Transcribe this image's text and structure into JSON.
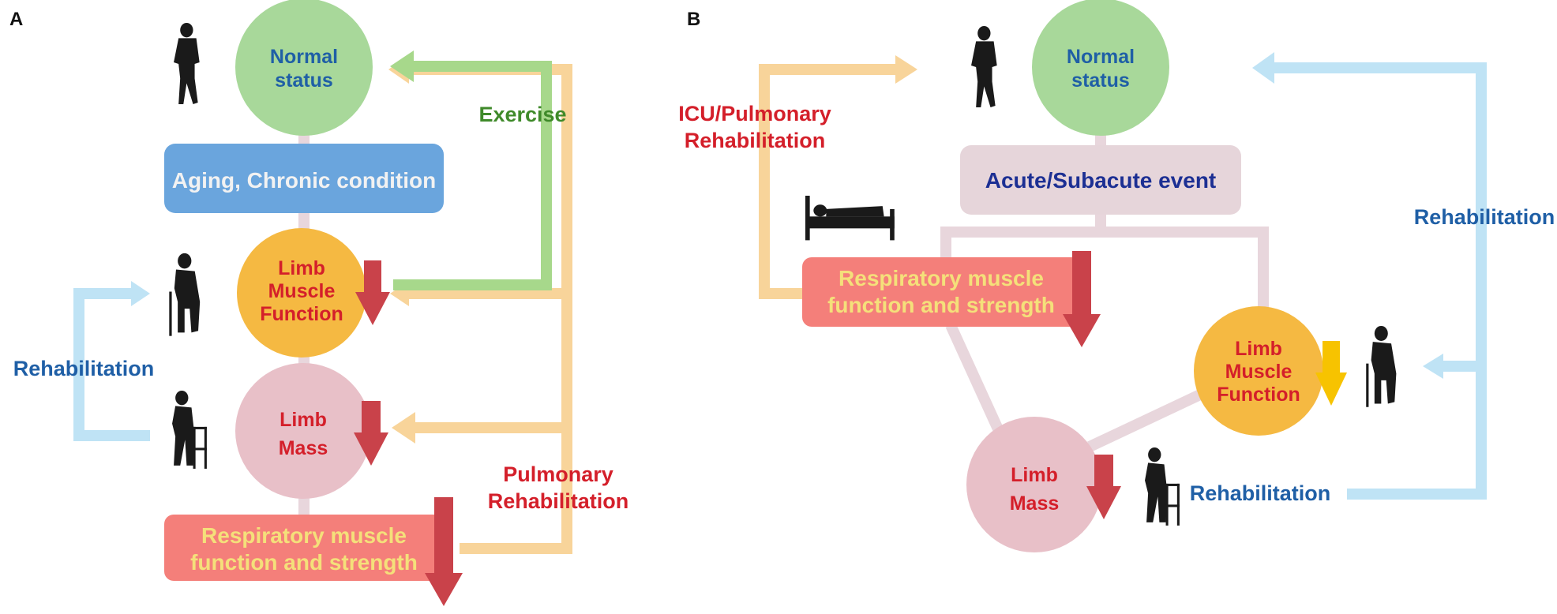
{
  "panel_a": {
    "label": "A",
    "normal_status": [
      "Normal",
      "status"
    ],
    "aging_box": "Aging, Chronic condition",
    "limb_muscle_function": [
      "Limb",
      "Muscle",
      "Function"
    ],
    "limb_mass": [
      "Limb",
      "Mass"
    ],
    "respiratory_box": [
      "Respiratory muscle",
      "function and strength"
    ],
    "exercise_label": "Exercise",
    "rehabilitation_label": "Rehabilitation",
    "pulmonary_rehab_label": [
      "Pulmonary",
      "Rehabilitation"
    ]
  },
  "panel_b": {
    "label": "B",
    "normal_status": [
      "Normal",
      "status"
    ],
    "acute_box": "Acute/Subacute event",
    "respiratory_box": [
      "Respiratory muscle",
      "function and strength"
    ],
    "limb_muscle_function": [
      "Limb",
      "Muscle",
      "Function"
    ],
    "limb_mass": [
      "Limb",
      "Mass"
    ],
    "icu_label": [
      "ICU/Pulmonary",
      "Rehabilitation"
    ],
    "rehabilitation_right_label": "Rehabilitation",
    "rehabilitation_bottom_label": "Rehabilitation"
  },
  "colors": {
    "green_circle": "#a8d89a",
    "pink_circle": "#e8c0c8",
    "orange_circle": "#f5b942",
    "blue_box": "#6aa5dd",
    "salmon_box": "#f47f7a",
    "mauve_box": "#e6d5da",
    "decline_arrow": "#c9424a",
    "decline_arrow_yellow": "#f7c300",
    "light_orange_arrow": "#f8d49a",
    "light_green_arrow": "#a7d88b",
    "light_blue_arrow": "#bfe3f5",
    "connector_mauve": "#e8d6dc",
    "text_blue": "#1f5fa6",
    "text_red": "#d41f2a",
    "text_green": "#3f8a2a",
    "text_yellow": "#f4e07a",
    "text_white": "#f2f2f2",
    "text_navy": "#1c2f93"
  }
}
